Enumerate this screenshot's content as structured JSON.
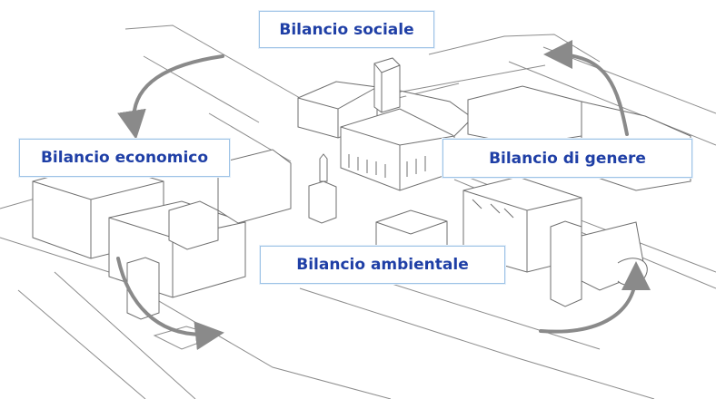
{
  "buttons": {
    "sociale": "Bilancio sociale",
    "economico": "Bilancio economico",
    "genere": "Bilancio di genere",
    "ambientale": "Bilancio ambientale"
  },
  "colors": {
    "label_text": "#1f3fa6",
    "label_border": "#9ec3e6",
    "line_art": "#6f6f6f",
    "arrow": "#8a8a8a"
  }
}
